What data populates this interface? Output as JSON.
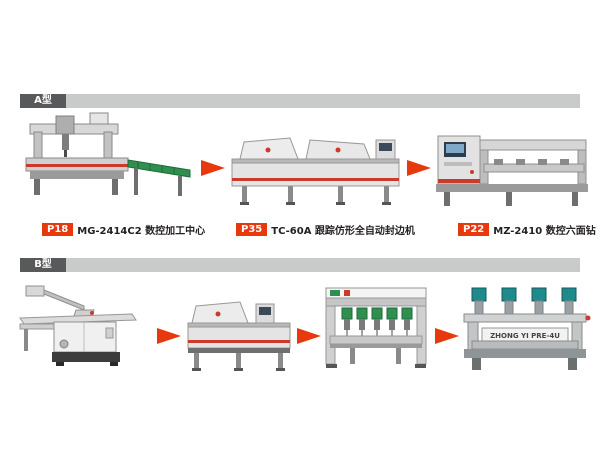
{
  "colors": {
    "accent_red": "#e8380d",
    "section_label_bg": "#58595b",
    "section_strip": "#c9caca",
    "conveyor_green": "#2f8f4e",
    "drill_head_green": "#2f8f4e",
    "drill_head_teal": "#1f8a8c"
  },
  "sections": [
    {
      "label": "A型",
      "machines": [
        {
          "code": "P18",
          "name": "MG-2414C2 数控加工中心",
          "kind": "cnc-machining-center-with-conveyor"
        },
        {
          "code": "P35",
          "name": "TC-60A 跟踪仿形全自动封边机",
          "kind": "auto-edge-banding-machine"
        },
        {
          "code": "P22",
          "name": "MZ-2410 数控六面钻",
          "kind": "cnc-six-side-drill"
        }
      ]
    },
    {
      "label": "B型",
      "machines": [
        {
          "kind": "sliding-table-saw"
        },
        {
          "kind": "edge-banding-machine"
        },
        {
          "kind": "multi-spindle-line-boring-machine"
        },
        {
          "kind": "four-head-drilling-machine",
          "brand_text": "ZHONG YI PRE-4U"
        }
      ]
    }
  ]
}
